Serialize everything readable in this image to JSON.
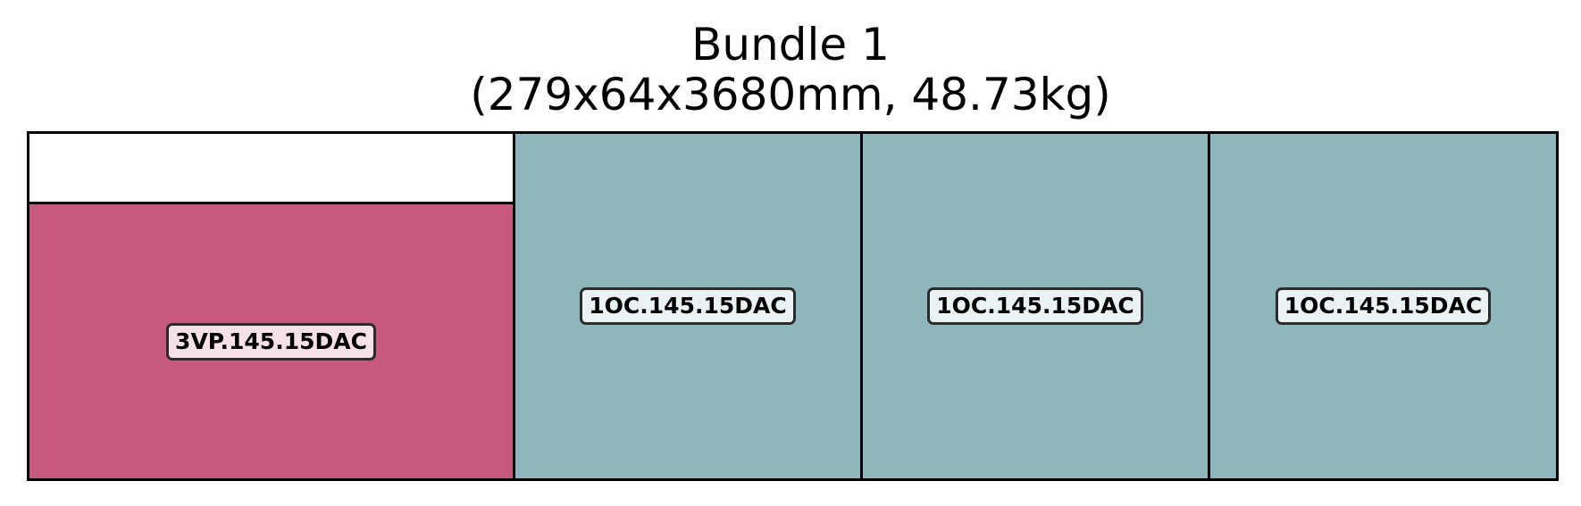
{
  "title": {
    "line1": "Bundle 1",
    "line2": "(279x64x3680mm, 48.73kg)"
  },
  "colors": {
    "magenta_piece": "#c65a7c",
    "teal_piece": "#8fb5bd",
    "empty_space": "#ffffff",
    "outline": "#000000"
  },
  "pieces": [
    {
      "label": "3VP.145.15DAC",
      "color": "#c65a7c"
    },
    {
      "label": "1OC.145.15DAC",
      "color": "#8fb5bd"
    },
    {
      "label": "1OC.145.15DAC",
      "color": "#8fb5bd"
    },
    {
      "label": "1OC.145.15DAC",
      "color": "#8fb5bd"
    }
  ]
}
